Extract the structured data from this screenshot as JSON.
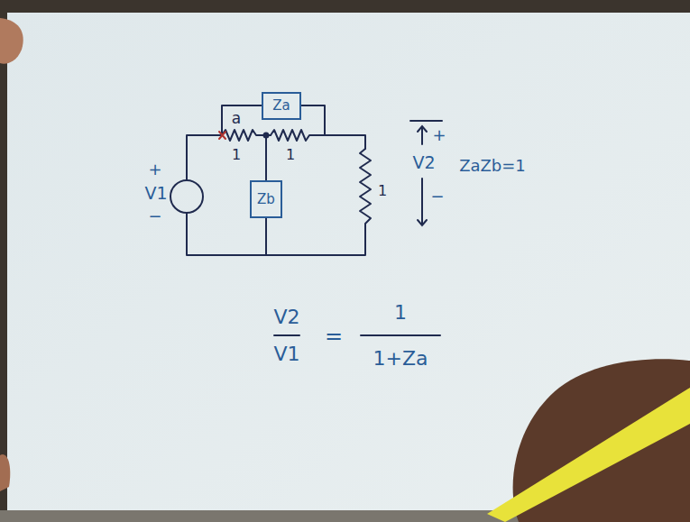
{
  "diagram": {
    "nodes": [
      {
        "text": [
          "Za"
        ]
      },
      {
        "text": [
          "Zb"
        ]
      }
    ],
    "labels": [
      "a",
      "1",
      "1",
      "1",
      "+",
      "V1",
      "−",
      "+",
      "V2",
      "−",
      "ZaZb=1",
      "V2",
      "V1",
      "=",
      "1",
      "1+Za"
    ]
  }
}
